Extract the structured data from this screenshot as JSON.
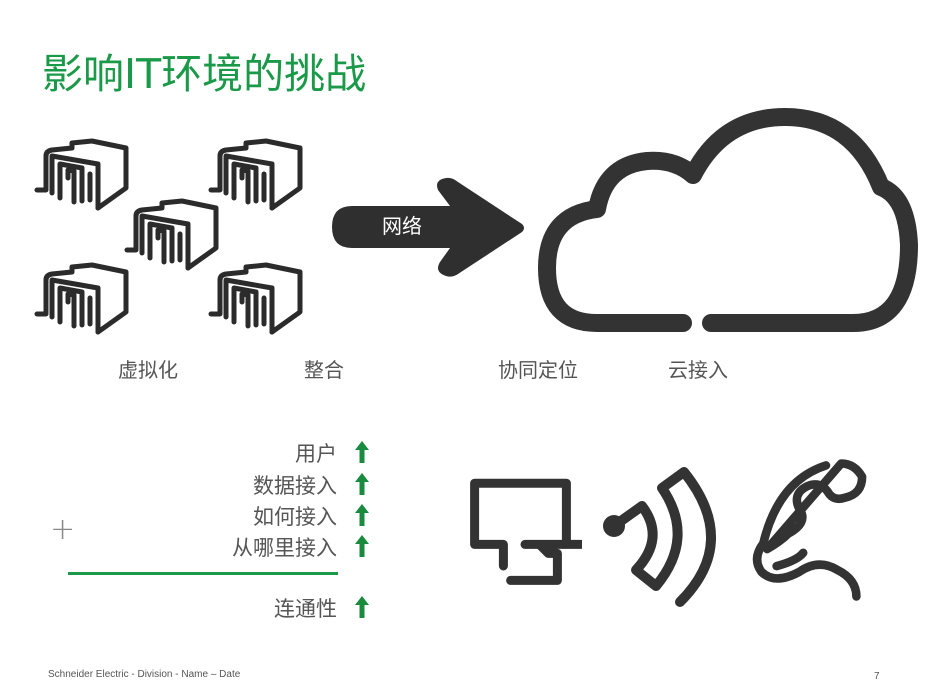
{
  "title": "影响IT环境的挑战",
  "arrow_label": "网络",
  "stage_labels": [
    "虚拟化",
    "整合",
    "协同定位",
    "云接入"
  ],
  "drivers": [
    {
      "label": "用户",
      "trend": "up"
    },
    {
      "label": "数据接入",
      "trend": "up"
    },
    {
      "label": "如何接入",
      "trend": "up"
    },
    {
      "label": "从哪里接入",
      "trend": "up"
    }
  ],
  "plus_sign": "+",
  "result": {
    "label": "连通性",
    "trend": "up"
  },
  "footer": "Schneider Electric - Division - Name – Date",
  "page_number": "7",
  "colors": {
    "accent": "#1a9a48",
    "icon": "#333333",
    "arrow_up": "#1a8a3e"
  }
}
